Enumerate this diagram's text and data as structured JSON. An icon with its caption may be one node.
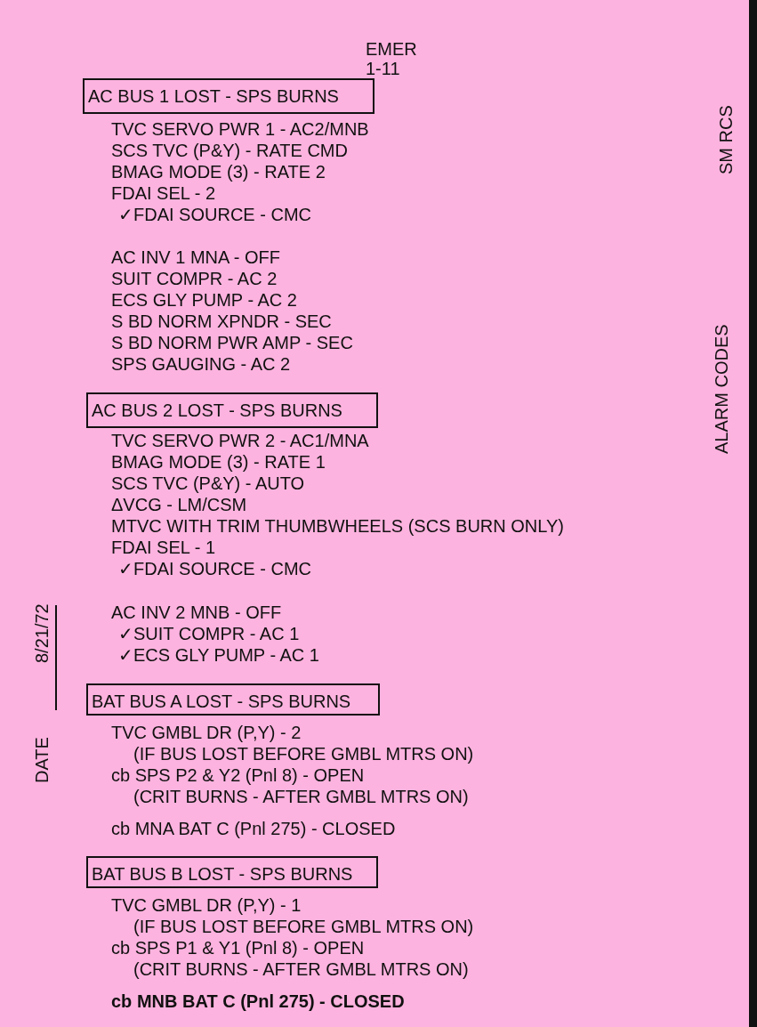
{
  "diagram": {
    "nodes": [
      {
        "text": [
          "AC BUS 1 LOST - SPS BURNS"
        ]
      },
      {
        "text": [
          "AC BUS 2 LOST - SPS BURNS"
        ]
      },
      {
        "text": [
          "BAT BUS A LOST - SPS BURNS"
        ]
      },
      {
        "text": [
          "BAT BUS B LOST - SPS BURNS"
        ]
      }
    ],
    "labels": [
      "EMER",
      "1-11",
      "TVC SERVO PWR 1 - AC2/MNB",
      "SCS TVC (P&Y) - RATE CMD",
      "BMAG MODE (3) - RATE 2",
      "FDAI SEL - 2",
      "✓FDAI SOURCE - CMC",
      "AC INV 1 MNA - OFF",
      "SUIT COMPR - AC 2",
      "ECS GLY PUMP - AC 2",
      "S BD NORM XPNDR - SEC",
      "S BD NORM PWR AMP - SEC",
      "SPS GAUGING - AC 2",
      "TVC SERVO PWR 2 - AC1/MNA",
      "BMAG MODE (3) - RATE 1",
      "SCS TVC (P&Y) - AUTO",
      "ΔVCG - LM/CSM",
      "MTVC WITH TRIM THUMBWHEELS (SCS BURN ONLY)",
      "FDAI SEL - 1",
      "✓FDAI SOURCE - CMC",
      "AC INV 2 MNB - OFF",
      "✓SUIT COMPR - AC 1",
      "✓ECS GLY PUMP - AC 1",
      "TVC GMBL DR (P,Y) - 2",
      "(IF BUS LOST BEFORE GMBL MTRS ON)",
      "cb SPS P2 & Y2 (Pnl 8) - OPEN",
      "(CRIT BURNS - AFTER GMBL MTRS ON)",
      "cb MNA BAT C (Pnl 275) - CLOSED",
      "TVC GMBL DR (P,Y) - 1",
      "(IF BUS LOST BEFORE GMBL MTRS ON)",
      "cb SPS P1 & Y1 (Pnl 8) - OPEN",
      "(CRIT BURNS - AFTER GMBL MTRS ON)",
      "cb MNB BAT C (Pnl 275) - CLOSED",
      "SM RCS",
      "ALARM CODES",
      "DATE",
      "8/21/72"
    ]
  }
}
